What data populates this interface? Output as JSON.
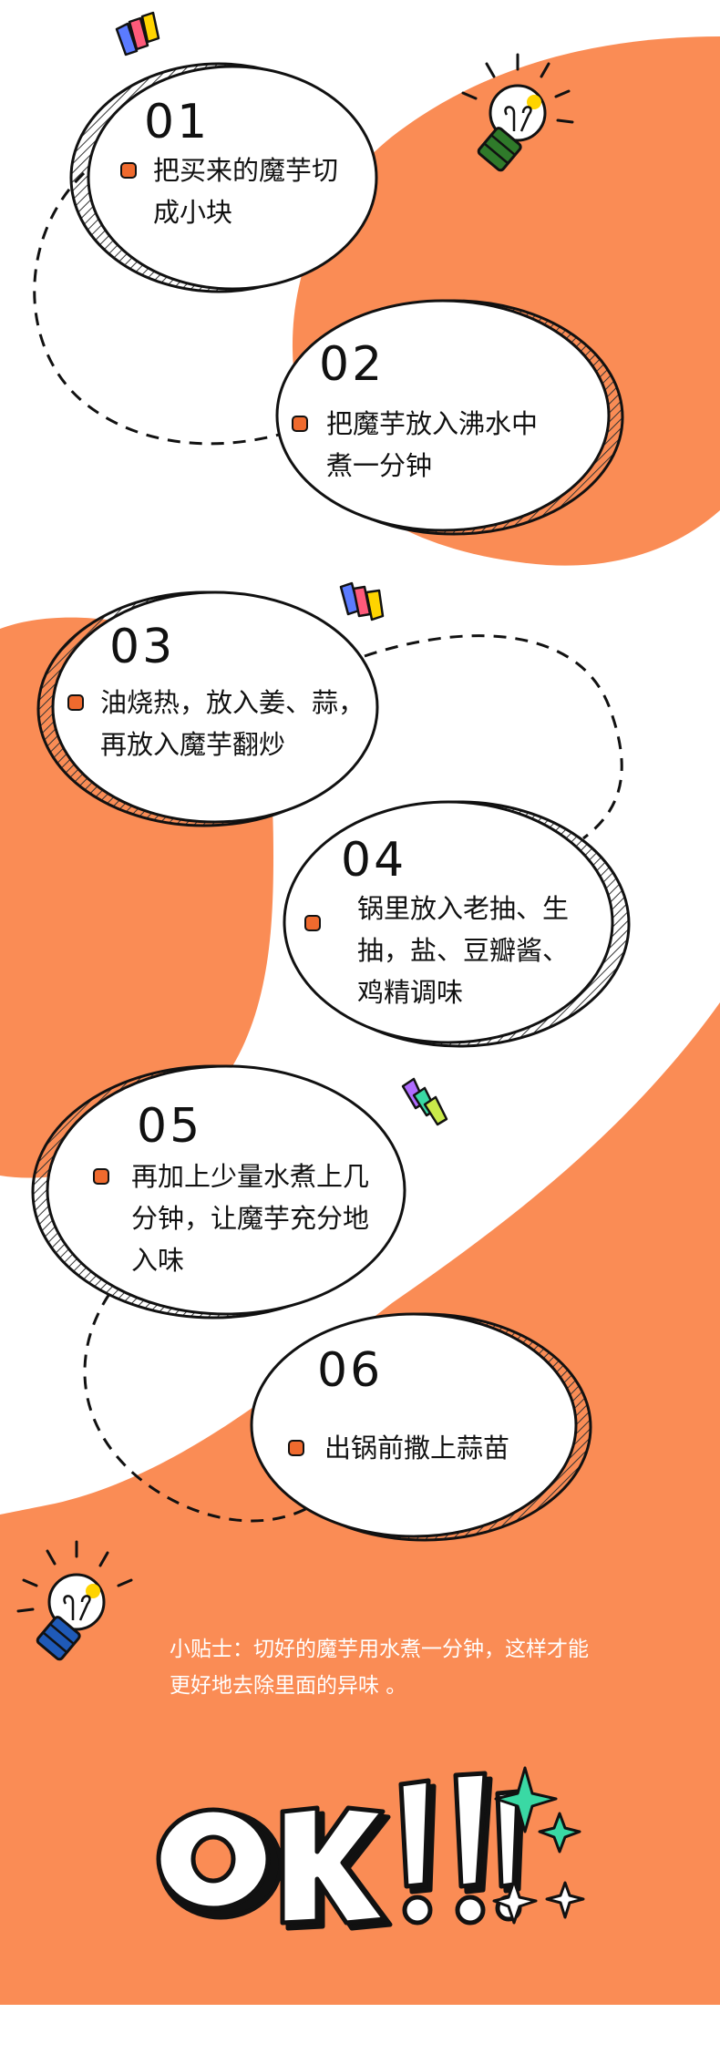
{
  "steps": [
    {
      "number": "01",
      "text": "把买来的魔芋切成小块"
    },
    {
      "number": "02",
      "text": "把魔芋放入沸水中煮一分钟"
    },
    {
      "number": "03",
      "text": "油烧热，放入姜、蒜，再放入魔芋翻炒"
    },
    {
      "number": "04",
      "text": "锅里放入老抽、生抽，盐、豆瓣酱、鸡精调味"
    },
    {
      "number": "05",
      "text": "再加上少量水煮上几分钟，让魔芋充分地入味"
    },
    {
      "number": "06",
      "text": "出锅前撒上蒜苗"
    }
  ],
  "tip": {
    "text": "小贴士：切好的魔芋用水煮一分钟，这样才能更好地去除里面的异味 。"
  },
  "ok_art": {
    "text": "OK!!!"
  },
  "colors": {
    "background": "#ffffff",
    "orange": "#fa8c55",
    "bullet": "#ef6a2e",
    "ink": "#111111",
    "lamp_green": "#2f7a2a",
    "lamp_blue": "#1f5ab8",
    "sparkle": "#3ad9a4"
  },
  "icons": [
    "lightbulb-icon",
    "color-stripes-icon",
    "sparkle-icon"
  ]
}
